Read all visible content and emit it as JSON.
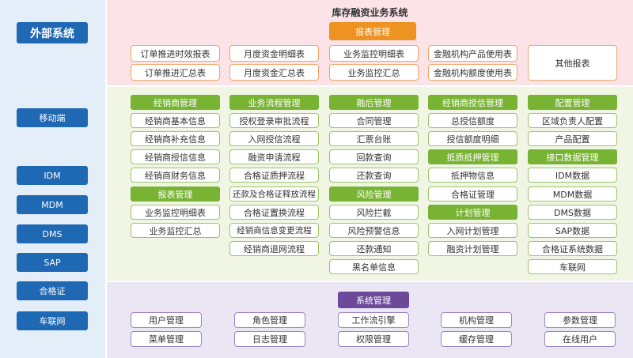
{
  "left_panel": {
    "title": "外部系统",
    "items": [
      "移动端",
      "IDM",
      "MDM",
      "DMS",
      "SAP",
      "合格证",
      "车联网"
    ]
  },
  "title": "库存融资业务系统",
  "report_section": {
    "header": "报表管理",
    "columns": [
      [
        "订单推进时效报表",
        "订单推进汇总表"
      ],
      [
        "月度资金明细表",
        "月度资金汇总表"
      ],
      [
        "业务监控明细表",
        "业务监控汇总"
      ],
      [
        "金融机构产品使用表",
        "金融机构额度使用表"
      ],
      [
        "其他报表"
      ]
    ]
  },
  "business_section": {
    "columns": [
      {
        "groups": [
          {
            "header": "经销商管理",
            "items": [
              "经销商基本信息",
              "经销商补充信息",
              "经销商授信信息",
              "经销商财务信息"
            ]
          },
          {
            "header": "报表管理",
            "items": [
              "业务监控明细表",
              "业务监控汇总"
            ]
          }
        ]
      },
      {
        "groups": [
          {
            "header": "业务流程管理",
            "items": [
              "授权登录审批流程",
              "入网授信流程",
              "融资申请流程",
              "合格证质押流程",
              "还款及合格证释放流程",
              "合格证置换流程",
              "经销商信息变更流程",
              "经销商退网流程"
            ]
          }
        ]
      },
      {
        "groups": [
          {
            "header": "融后管理",
            "items": [
              "合同管理",
              "汇票台账",
              "回款查询",
              "还款查询"
            ]
          },
          {
            "header": "风险管理",
            "items": [
              "风险拦截",
              "风险预警信息",
              "还款通知",
              "黑名单信息"
            ]
          }
        ]
      },
      {
        "groups": [
          {
            "header": "经销商授信管理",
            "items": [
              "总授信额度",
              "授信额度明细"
            ]
          },
          {
            "header": "抵质抵押管理",
            "items": [
              "抵押物信息",
              "合格证管理"
            ]
          },
          {
            "header": "计划管理",
            "items": [
              "入网计划管理",
              "融资计划管理"
            ]
          }
        ]
      },
      {
        "groups": [
          {
            "header": "配置管理",
            "items": [
              "区域负责人配置",
              "产品配置"
            ]
          },
          {
            "header": "接口数据管理",
            "items": [
              "IDM数据",
              "MDM数据",
              "DMS数据",
              "SAP数据",
              "合格证系统数据",
              "车联网"
            ]
          }
        ]
      }
    ]
  },
  "system_section": {
    "header": "系统管理",
    "columns": [
      [
        "用户管理",
        "菜单管理"
      ],
      [
        "角色管理",
        "日志管理"
      ],
      [
        "工作流引擎",
        "权限管理"
      ],
      [
        "机构管理",
        "缓存管理"
      ],
      [
        "参数管理",
        "在线用户"
      ]
    ]
  },
  "colors": {
    "external_blue": "#1f68b3",
    "report_orange": "#ee9221",
    "business_green": "#78b333",
    "system_purple": "#6d4a99"
  }
}
